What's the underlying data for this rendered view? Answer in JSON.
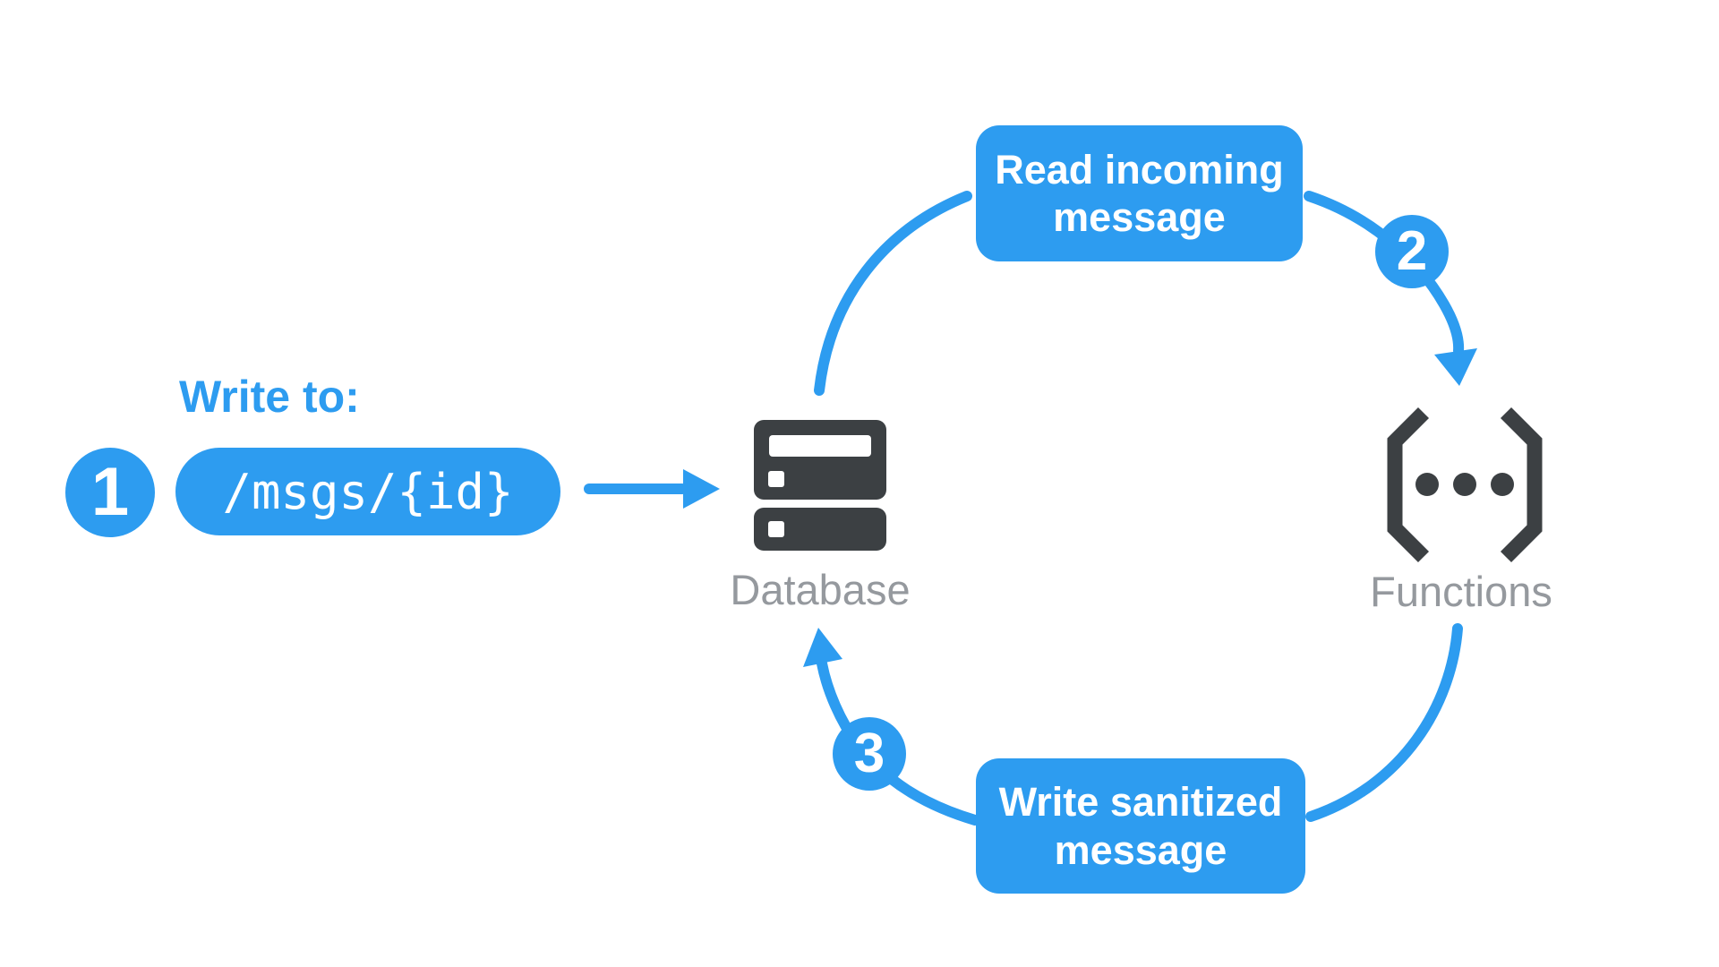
{
  "colors": {
    "accent_blue": "#2D9CF0",
    "icon_dark": "#3C4043",
    "label_gray": "#95999E",
    "background": "#FFFFFF"
  },
  "step1": {
    "badge": "1",
    "heading": "Write to:",
    "path_value": "/msgs/{id}"
  },
  "flow": {
    "read_box_label": "Read incoming message",
    "step2_badge": "2",
    "write_box_label": "Write sanitized message",
    "step3_badge": "3"
  },
  "nodes": {
    "database": {
      "label": "Database",
      "icon": "database-server-icon"
    },
    "functions": {
      "label": "Functions",
      "icon": "cloud-functions-icon"
    }
  }
}
